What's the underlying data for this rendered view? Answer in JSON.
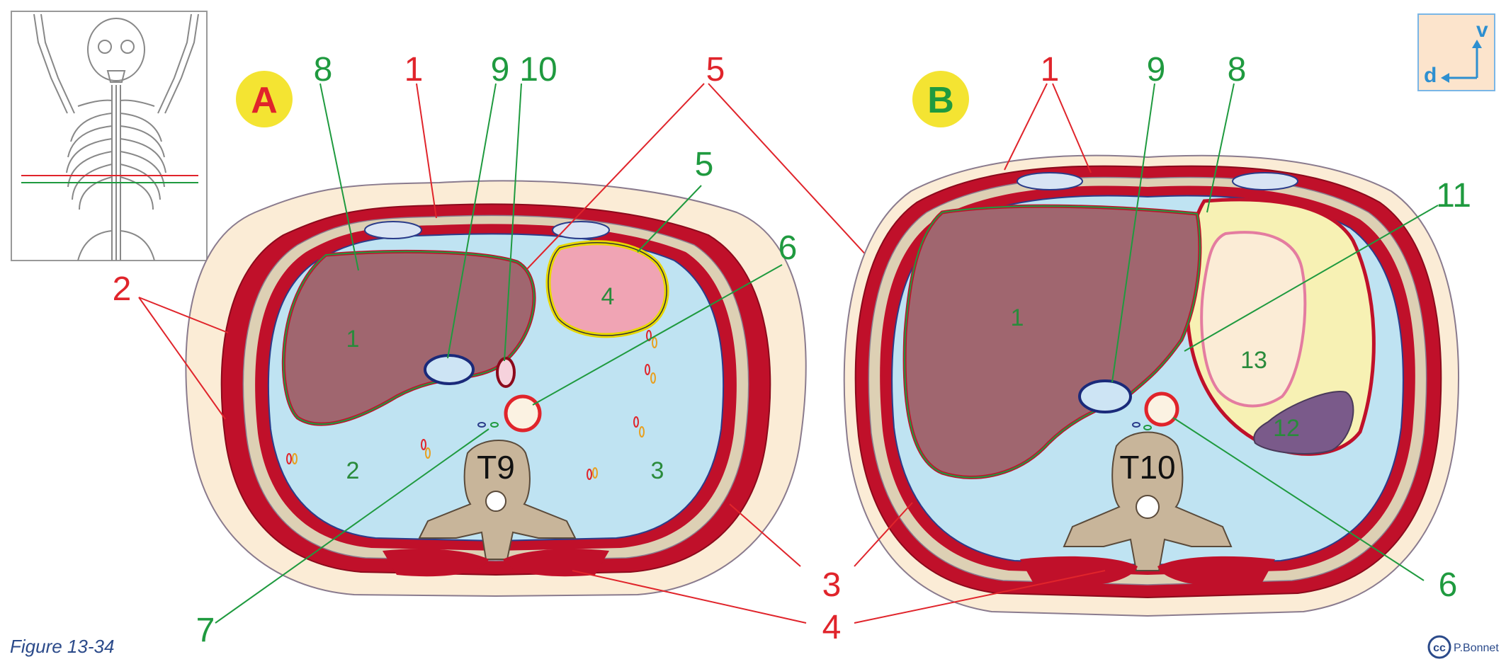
{
  "panels": [
    {
      "id": "A",
      "badge": "A",
      "badge_color": "#e0242b",
      "vertebra": "T9"
    },
    {
      "id": "B",
      "badge": "B",
      "badge_color": "#1f9a3f",
      "vertebra": "T10"
    }
  ],
  "labels_a": {
    "l8": "8",
    "l1": "1",
    "l9": "9",
    "l10": "10",
    "l5a": "5",
    "l5b": "5",
    "l6": "6",
    "l2": "2",
    "l3": "3",
    "l4": "4",
    "l7": "7"
  },
  "labels_b": {
    "l1": "1",
    "l9": "9",
    "l8": "8",
    "l11": "11",
    "l6": "6"
  },
  "organs_a": {
    "o1": "1",
    "o2": "2",
    "o3": "3",
    "o4": "4"
  },
  "organs_b": {
    "o1": "1",
    "o13": "13",
    "o12": "12"
  },
  "orientation": {
    "ventral": "v",
    "dorsal": "d"
  },
  "caption": "Figure 13-34",
  "credit": "P.Bonnet",
  "credit_badge": "cc",
  "colors": {
    "label_red": "#e0242b",
    "label_green": "#1f9a3f",
    "skin": "#fbecd6",
    "muscle": "#c0102a",
    "pleura": "#bfe3f2",
    "liver": "#a0666f",
    "bone": "#c8b59a",
    "heart": "#f0a4b4",
    "stomach": "#f7f1b4",
    "spleen": "#7a5a8a"
  }
}
